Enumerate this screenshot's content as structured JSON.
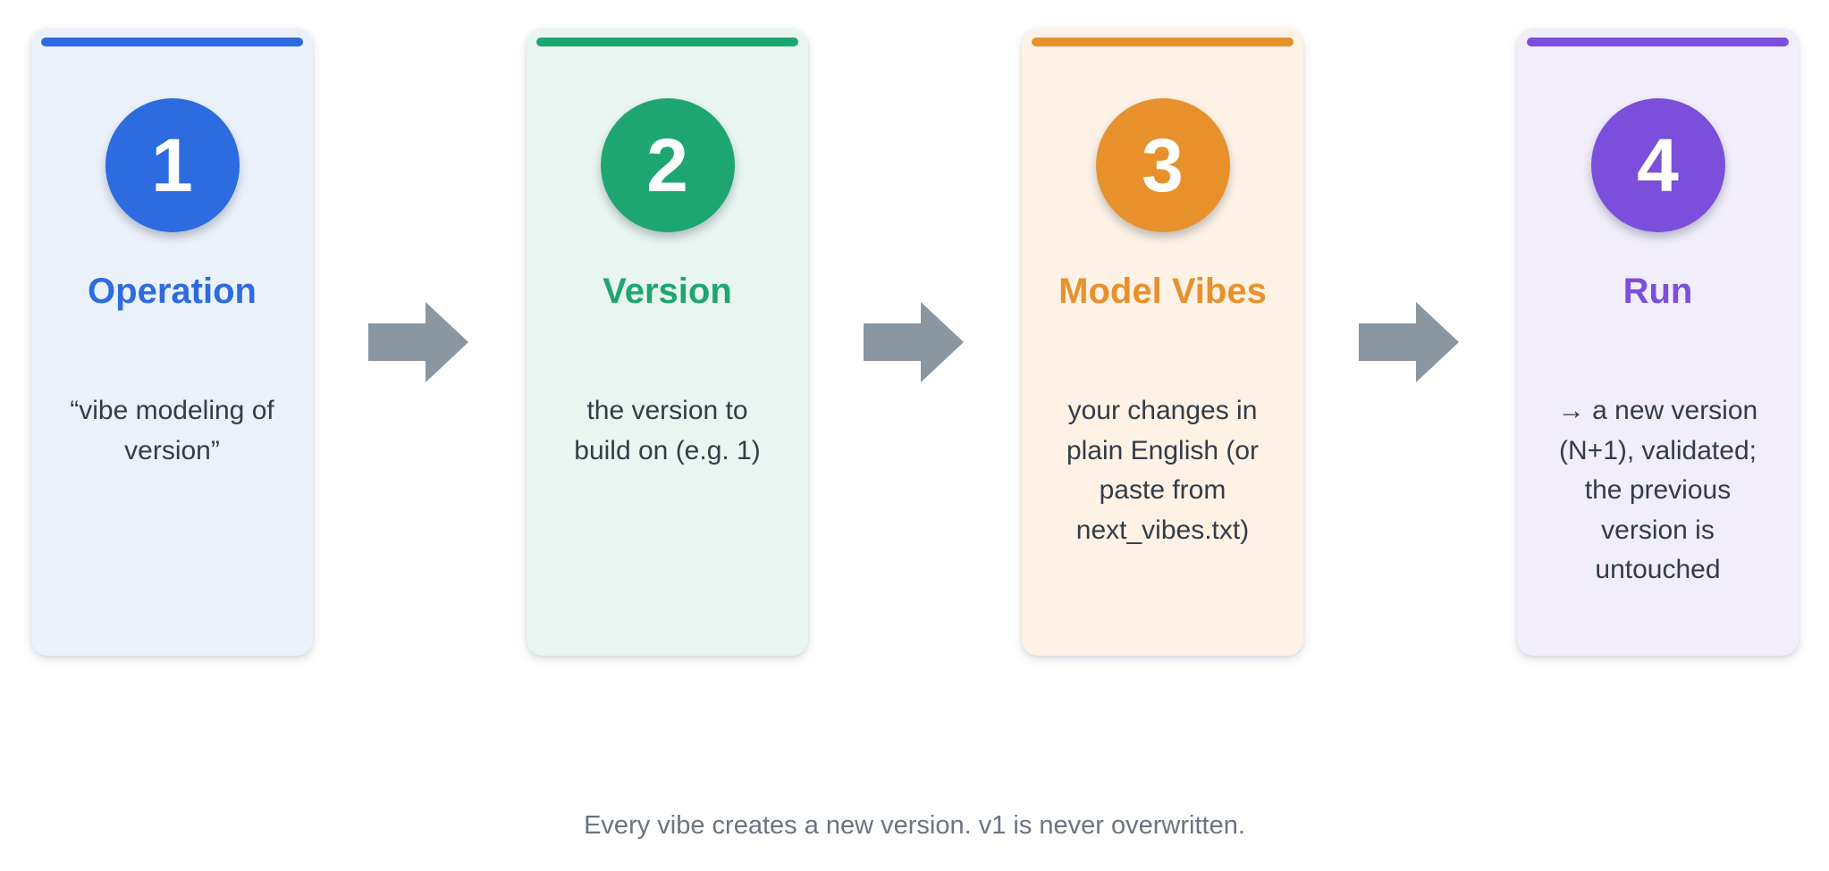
{
  "steps": [
    {
      "number": "1",
      "title": "Operation",
      "description": "“vibe modeling of version”",
      "accent": "#2d6be0",
      "background": "#ebf1fb"
    },
    {
      "number": "2",
      "title": "Version",
      "description": "the version to build on (e.g. 1)",
      "accent": "#1ea672",
      "background": "#e8f5f0"
    },
    {
      "number": "3",
      "title": "Model Vibes",
      "description": "your changes in plain English (or paste from next_vibes.txt)",
      "accent": "#e8912c",
      "background": "#fdf2e5"
    },
    {
      "number": "4",
      "title": "Run",
      "description": "→ a new version (N+1), validated; the previous version is untouched",
      "accent": "#7b4fdc",
      "background": "#f1edfb"
    }
  ],
  "arrow_color": "#8a96a0",
  "footer": "Every vibe creates a new version. v1 is never overwritten."
}
